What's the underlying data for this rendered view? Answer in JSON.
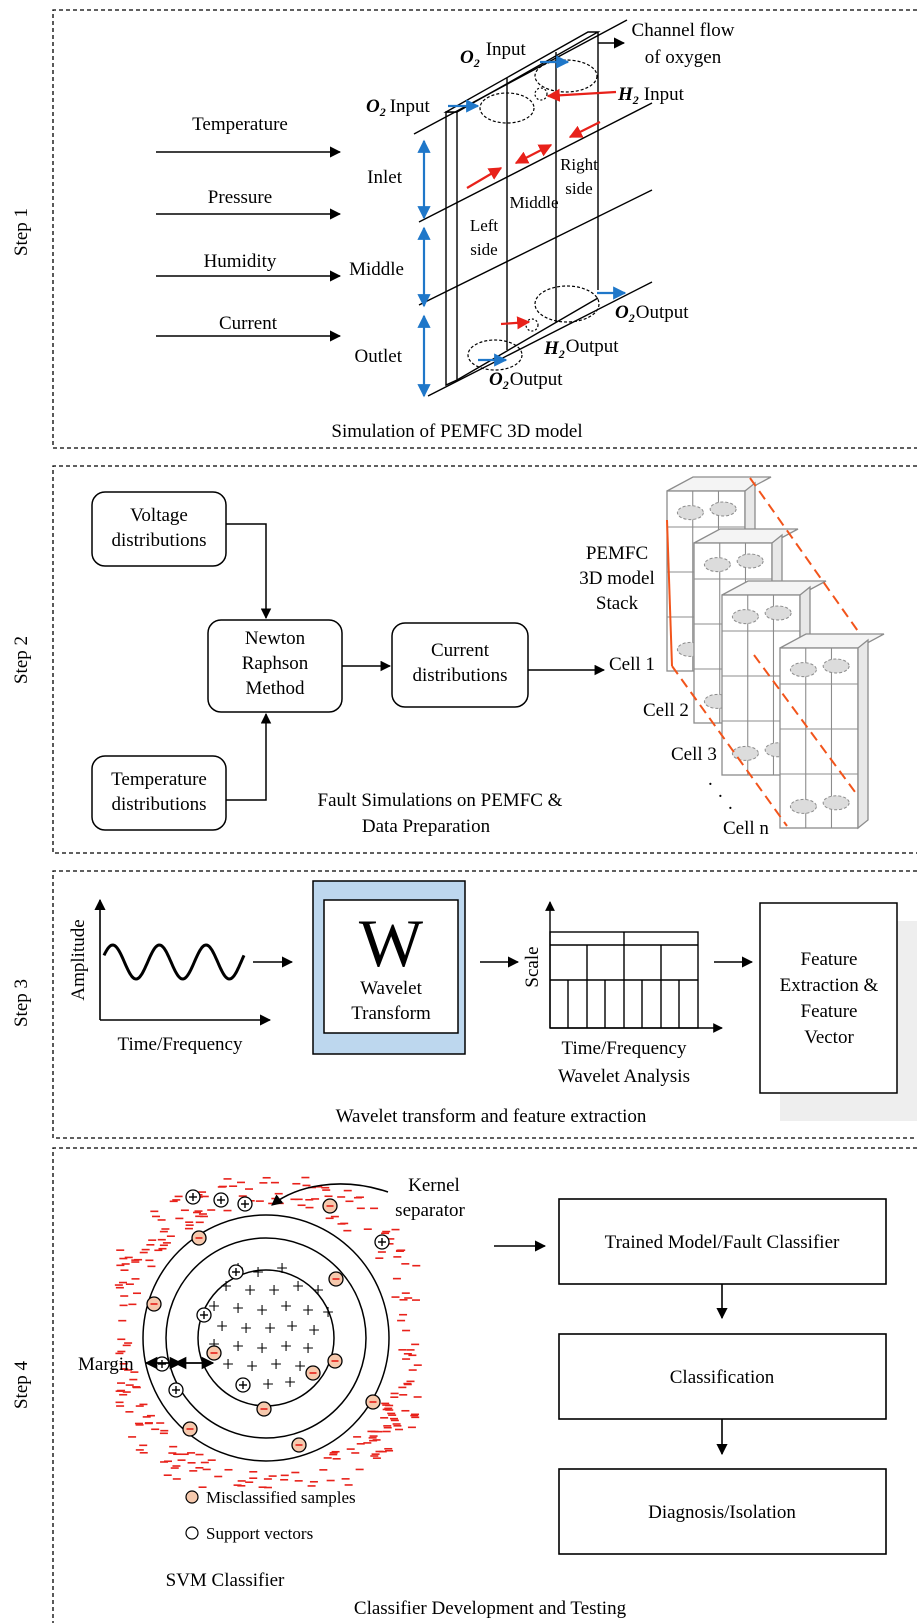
{
  "colors": {
    "blue_arrow": "#1f77c9",
    "red_arrow": "#e8211a",
    "orange_line": "#f2541b",
    "wavelet_fill": "#bdd7ee",
    "misclassified_fill": "#f6c9ad",
    "stack_gray": "#8c8c8c"
  },
  "steps": [
    {
      "label": "Step 1"
    },
    {
      "label": "Step 2"
    },
    {
      "label": "Step 3"
    },
    {
      "label": "Step 4"
    }
  ],
  "step1": {
    "inputs": [
      "Temperature",
      "Pressure",
      "Humidity",
      "Current"
    ],
    "regions": [
      "Inlet",
      "Middle",
      "Outlet"
    ],
    "sides": {
      "left_1": "Left",
      "left_2": "side",
      "middle": "Middle",
      "right_1": "Right",
      "right_2": "side"
    },
    "o2_symbol": "O",
    "o2_sub": "2",
    "h2_symbol": "H",
    "h2_sub": "2",
    "input_word": "Input",
    "output_word": "Output",
    "channel_flow_1": "Channel flow",
    "channel_flow_2": "of oxygen",
    "caption": "Simulation of PEMFC 3D model"
  },
  "step2": {
    "voltage_1": "Voltage",
    "voltage_2": "distributions",
    "temperature_1": "Temperature",
    "temperature_2": "distributions",
    "newton_1": "Newton",
    "newton_2": "Raphson",
    "newton_3": "Method",
    "current_1": "Current",
    "current_2": "distributions",
    "stack_1": "PEMFC",
    "stack_2": "3D model",
    "stack_3": "Stack",
    "cells": [
      "Cell 1",
      "Cell 2",
      "Cell 3",
      "Cell n"
    ],
    "dots": ".",
    "caption_1": "Fault Simulations on PEMFC  &",
    "caption_2": "Data Preparation"
  },
  "step3": {
    "amplitude": "Amplitude",
    "time_freq": "Time/Frequency",
    "wavelet_symbol": "W",
    "wavelet_1": "Wavelet",
    "wavelet_2": "Transform",
    "scale": "Scale",
    "wavelet_analysis_1": "Time/Frequency",
    "wavelet_analysis_2": "Wavelet Analysis",
    "feature_1": "Feature",
    "feature_2": "Extraction &",
    "feature_3": "Feature",
    "feature_4": "Vector",
    "caption": "Wavelet transform and feature extraction"
  },
  "step4": {
    "kernel_1": "Kernel",
    "kernel_2": "separator",
    "margin": "Margin",
    "plus": "+",
    "minus": "-",
    "legend_misclassified": "Misclassified samples",
    "legend_support": "Support vectors",
    "svm": "SVM Classifier",
    "trained": "Trained Model/Fault Classifier",
    "classification": "Classification",
    "diagnosis": "Diagnosis/Isolation",
    "caption": "Classifier Development and Testing"
  }
}
